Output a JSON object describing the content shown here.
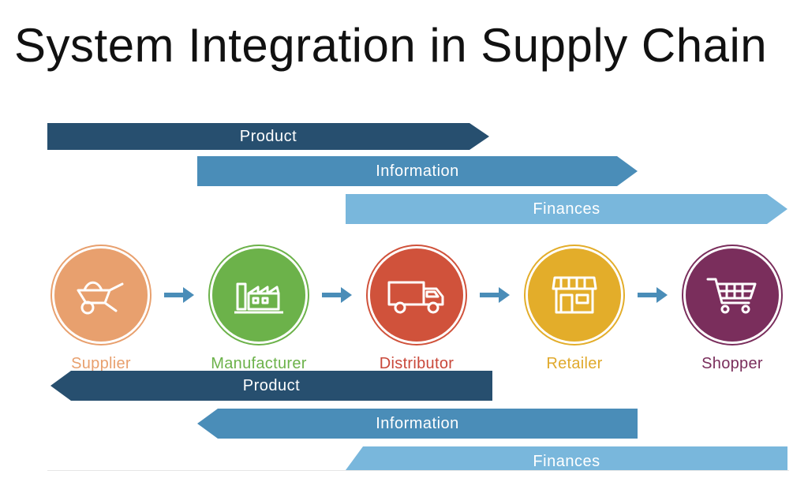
{
  "title": "System Integration in Supply Chain",
  "forward_flows": [
    {
      "label": "Product",
      "color": "#274f6f"
    },
    {
      "label": "Information",
      "color": "#4a8db8"
    },
    {
      "label": "Finances",
      "color": "#79b7dc"
    }
  ],
  "backward_flows": [
    {
      "label": "Product",
      "color": "#274f6f"
    },
    {
      "label": "Information",
      "color": "#4a8db8"
    },
    {
      "label": "Finances",
      "color": "#79b7dc"
    }
  ],
  "stages": [
    {
      "label": "Supplier",
      "icon": "wheelbarrow-icon",
      "color": "#e8a06e",
      "text_color": "#e8a06e"
    },
    {
      "label": "Manufacturer",
      "icon": "factory-icon",
      "color": "#6cb24a",
      "text_color": "#6cb24a"
    },
    {
      "label": "Distributor",
      "icon": "truck-icon",
      "color": "#d0523b",
      "text_color": "#c9483a"
    },
    {
      "label": "Retailer",
      "icon": "store-icon",
      "color": "#e3ad2a",
      "text_color": "#e0a92c"
    },
    {
      "label": "Shopper",
      "icon": "shopping-cart-icon",
      "color": "#7a2e5c",
      "text_color": "#7a2e5c"
    }
  ],
  "connector_color": "#4a8db8"
}
